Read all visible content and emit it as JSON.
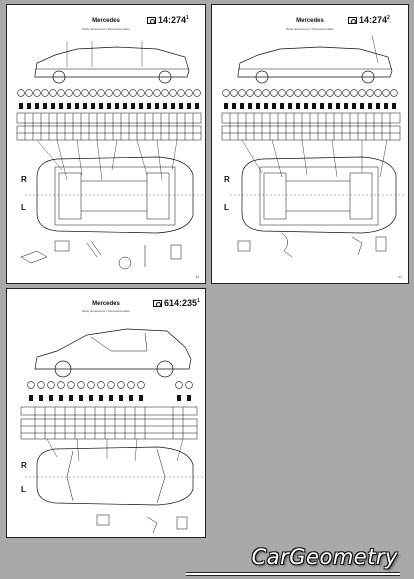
{
  "sheets": [
    {
      "brand": "Mercedes",
      "subtitle": "Body dimensions / Karosseriemaße",
      "code": "14:274",
      "sup": "1",
      "page": "97",
      "left_label": "R",
      "right_label": "L"
    },
    {
      "brand": "Mercedes",
      "subtitle": "Body dimensions / Karosseriemaße",
      "code": "14:274",
      "sup": "2",
      "page": "97",
      "left_label": "R",
      "right_label": "L"
    },
    {
      "brand": "Mercedes",
      "subtitle": "Body dimensions / Karosseriemaße",
      "code": "614:235",
      "sup": "1",
      "page": "",
      "left_label": "R",
      "right_label": "L"
    }
  ],
  "logo": {
    "text": "CarGeometry",
    "color_fg": "#ffffff",
    "color_outline": "#111111"
  },
  "colors": {
    "background": "#a9a9a9",
    "sheet": "#ffffff",
    "ink": "#111111"
  }
}
